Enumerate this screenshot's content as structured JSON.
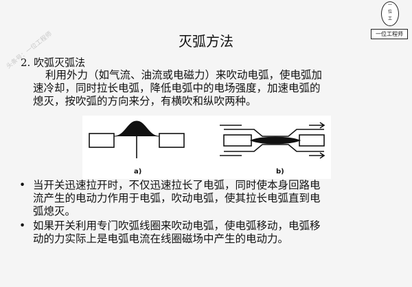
{
  "watermark": "头条号：一位工程师",
  "logo": {
    "circle_top": "一",
    "circle_mid": "位",
    "circle_bottom": "工",
    "box_text": "一位工程师"
  },
  "title": "灭弧方法",
  "section": "2. 吹弧灭弧法",
  "paragraph_lines": [
    "利用外力（如气流、油流或电磁力）来吹动电弧，使电弧加",
    "速冷却，同时拉长电弧，降低电弧中的电场强度，加速电弧的",
    "熄灭，按吹弧的方向来分，有横吹和纵吹两种。"
  ],
  "figure": {
    "label_a": "a)",
    "label_b": "b)"
  },
  "bullets": [
    {
      "marker": "•",
      "lines": [
        "当开关迅速拉开时，不仅迅速拉长了电弧，同时使本身回路电",
        "流产生的电动力作用于电弧，吹动电弧，使其拉长电弧直到电",
        "弧熄灭。"
      ]
    },
    {
      "marker": "•",
      "lines": [
        "如果开关利用专门吹弧线圈来吹动电弧，使电弧移动，电弧移",
        "动的力实际上是电弧电流在线圈磁场中产生的电动力。"
      ]
    }
  ]
}
